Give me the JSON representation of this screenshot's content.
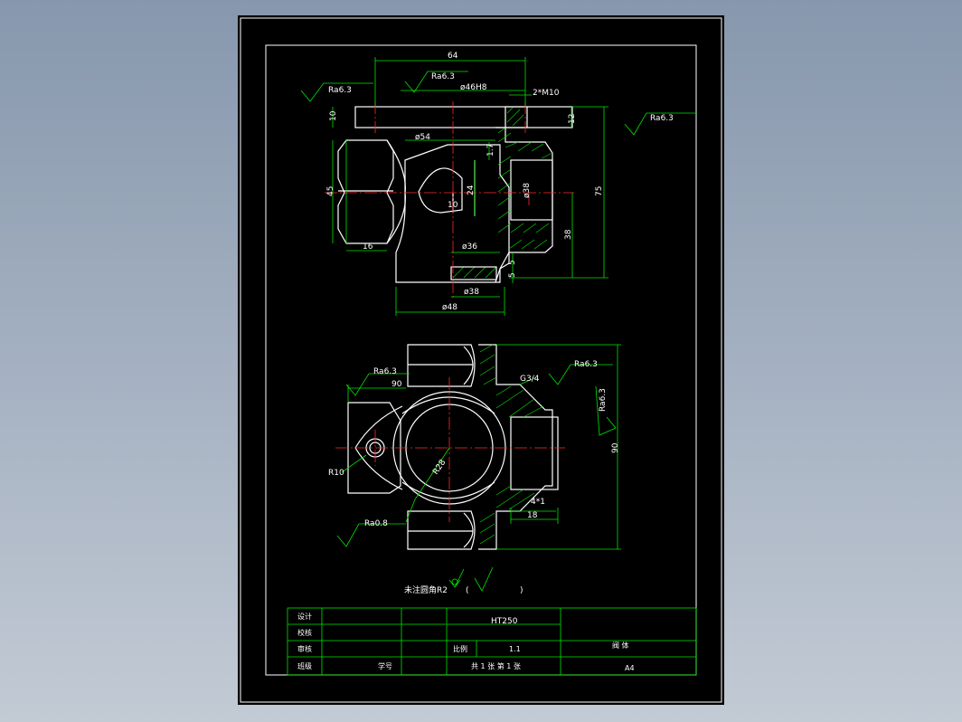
{
  "colors": {
    "background": "#8797ad",
    "sheet": "#000000",
    "frame": "#ffffff",
    "dimension": "#00e600",
    "centerline": "#ff2a2a"
  },
  "top_view": {
    "dims": {
      "d64_len": "64",
      "ra_top_left": "Ra6.3",
      "ra_top_mid": "Ra6.3",
      "d46h8": "ø46H8",
      "m10": "2*M10",
      "h10": "10",
      "h12": "12",
      "ra_right": "Ra6.3",
      "d54": "ø54",
      "d17": "1.7",
      "h45": "45",
      "h24": "24",
      "d38_inner": "ø38",
      "h75": "75",
      "w10": "10",
      "h38": "38",
      "w16": "16",
      "d36": "ø36",
      "h5a": "5",
      "h5b": "5",
      "d38_bottom": "ø38",
      "d48": "ø48"
    }
  },
  "bottom_view": {
    "dims": {
      "ra_left": "Ra6.3",
      "w90": "90",
      "g34": "G3/4",
      "ra_right": "Ra6.3",
      "ra_vertical": "Ra6.3",
      "h90": "90",
      "r10": "R10",
      "r28": "R28",
      "w4x1": "4*1",
      "w18": "18",
      "ra08": "Ra0.8"
    }
  },
  "note": {
    "text": "未注圆角R2",
    "paren_open": "(",
    "paren_close": ")"
  },
  "title_block": {
    "designer_label": "设计",
    "checker_label": "校核",
    "reviewer_label": "审核",
    "class_label": "班级",
    "student_no_label": "学号",
    "material": "HT250",
    "scale_label": "比例",
    "scale_value": "1.1",
    "part_name": "阀 体",
    "sheets": "共 1 张  第 1 张",
    "paper": "A4"
  }
}
